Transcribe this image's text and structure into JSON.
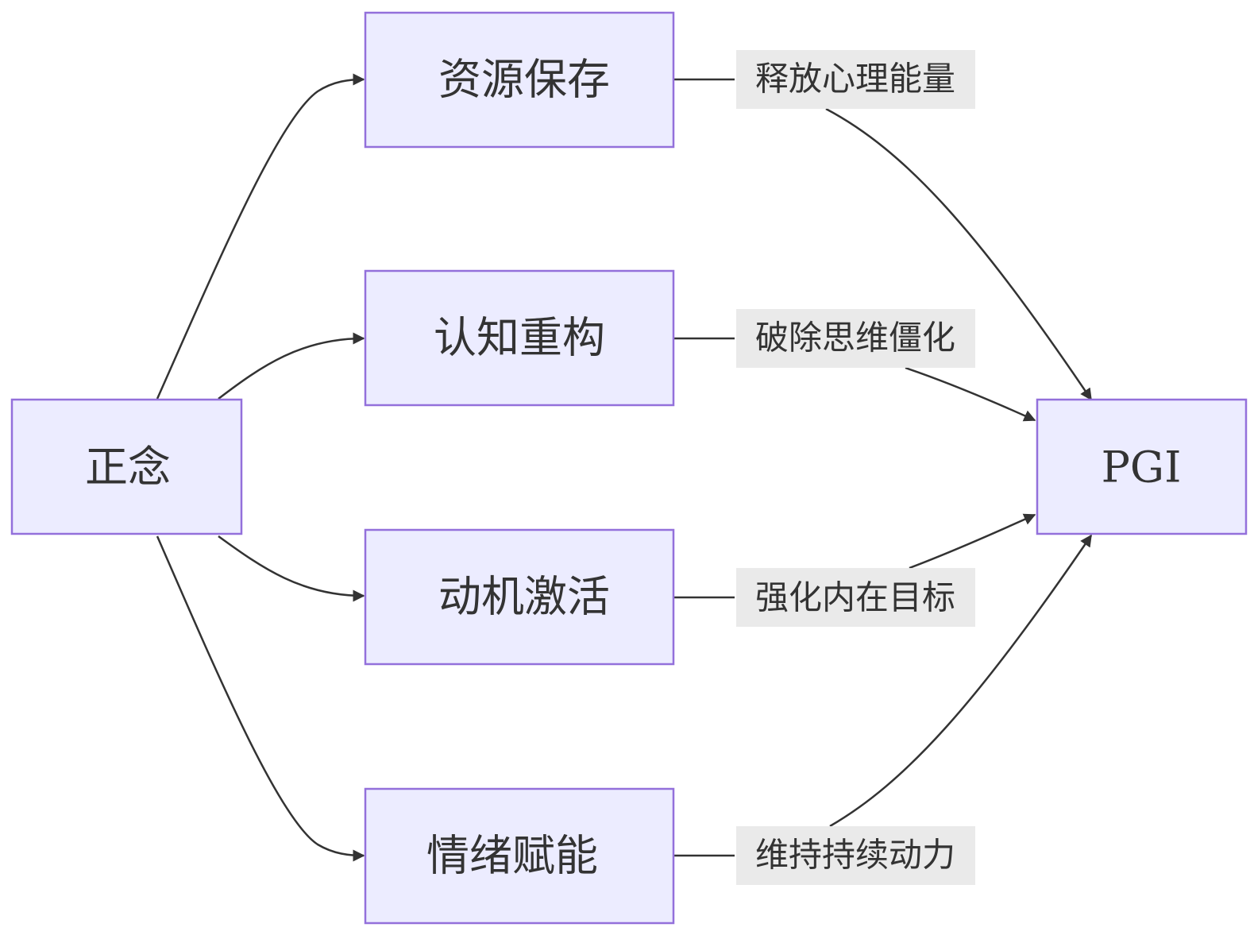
{
  "diagram": {
    "nodes": {
      "source": {
        "label": "正念"
      },
      "resource": {
        "label": "资源保存"
      },
      "cognitive": {
        "label": "认知重构"
      },
      "motivation": {
        "label": "动机激活"
      },
      "emotion": {
        "label": "情绪赋能"
      },
      "target": {
        "label": "PGI"
      }
    },
    "edges": {
      "resource_to_target": {
        "label": "释放心理能量"
      },
      "cognitive_to_target": {
        "label": "破除思维僵化"
      },
      "motivation_to_target": {
        "label": "强化内在目标"
      },
      "emotion_to_target": {
        "label": "维持持续动力"
      }
    },
    "colors": {
      "node_fill": "#ECECFF",
      "node_stroke": "#9370DB",
      "edge": "#333333",
      "label_bg": "#E8E8E8"
    }
  }
}
